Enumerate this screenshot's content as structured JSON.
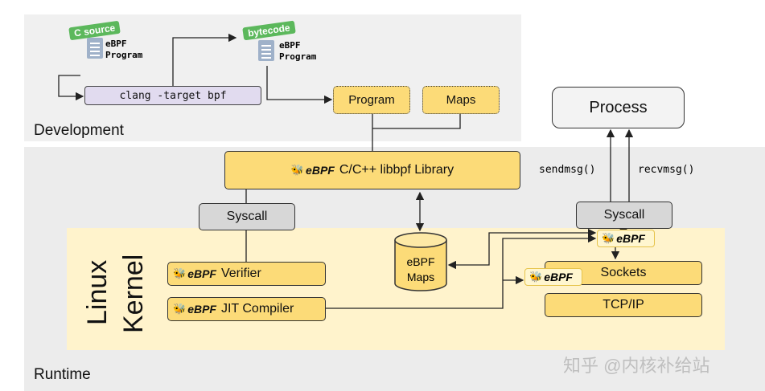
{
  "sections": {
    "development": "Development",
    "runtime": "Runtime",
    "kernel_line1": "Linux",
    "kernel_line2": "Kernel"
  },
  "dev": {
    "c_source_tag": "C source",
    "bytecode_tag": "bytecode",
    "doc1_line1": "eBPF",
    "doc1_line2": "Program",
    "doc2_line1": "eBPF",
    "doc2_line2": "Program",
    "clang": "clang -target bpf",
    "program": "Program",
    "maps": "Maps"
  },
  "runtime": {
    "process": "Process",
    "sendmsg": "sendmsg()",
    "recvmsg": "recvmsg()",
    "libbpf_logo": "eBPF",
    "libbpf_label": "C/C++ libbpf Library",
    "syscall_left": "Syscall",
    "syscall_right": "Syscall",
    "ebpf_maps_line1": "eBPF",
    "ebpf_maps_line2": "Maps",
    "verifier_logo": "eBPF",
    "verifier_label": "Verifier",
    "jit_logo": "eBPF",
    "jit_label": "JIT Compiler",
    "socket_hook_logo": "eBPF",
    "sockets_logo": "eBPF",
    "sockets_label": "Sockets",
    "tcpip_label": "TCP/IP"
  },
  "watermark": "知乎 @内核补给站",
  "colors": {
    "dev_bg": "#f0f0f0",
    "runtime_bg": "#ececec",
    "kernel_bg": "#fff3cc",
    "box_yellow": "#fcdb78",
    "box_gray": "#d7d7d7",
    "clang_purple": "#e1dbef",
    "tag_green": "#5cb85c"
  },
  "icons": [
    "bee-icon",
    "document-icon"
  ]
}
